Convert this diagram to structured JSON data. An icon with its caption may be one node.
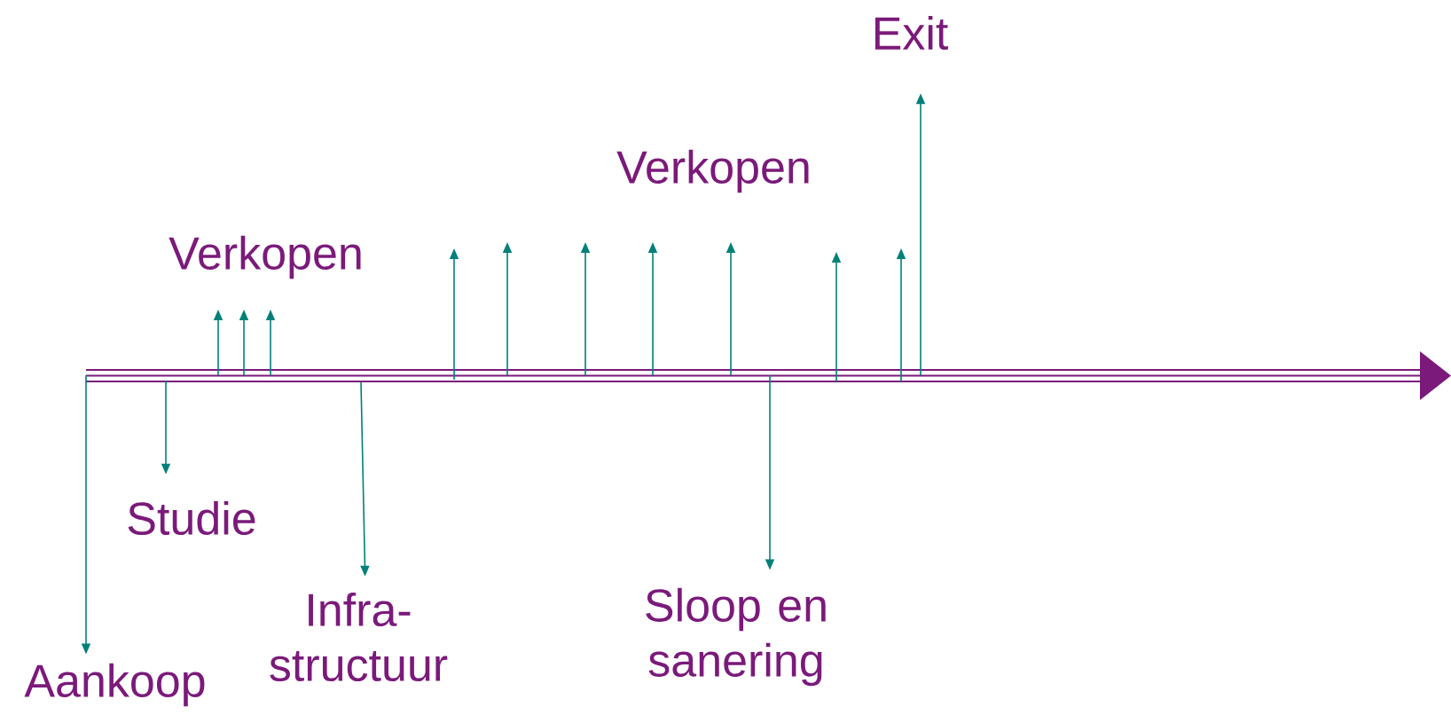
{
  "diagram": {
    "nodes": [
      {
        "text": [
          "Exit"
        ]
      },
      {
        "text": [
          "Verkopen"
        ]
      },
      {
        "text": [
          "Verkopen"
        ]
      },
      {
        "text": [
          "Studie"
        ]
      },
      {
        "text": [
          "Infra- structuur"
        ]
      },
      {
        "text": [
          "Sloop en sanering"
        ]
      },
      {
        "text": [
          "Aankoop"
        ]
      }
    ],
    "edges": [
      {
        "from": null,
        "to": 6,
        "arrow": "to"
      },
      {
        "from": null,
        "to": 3,
        "arrow": "to"
      },
      {
        "from": null,
        "to": 4,
        "arrow": "to"
      },
      {
        "from": null,
        "to": 5,
        "arrow": "to"
      },
      {
        "from": null,
        "to": 0,
        "arrow": "to"
      }
    ]
  }
}
